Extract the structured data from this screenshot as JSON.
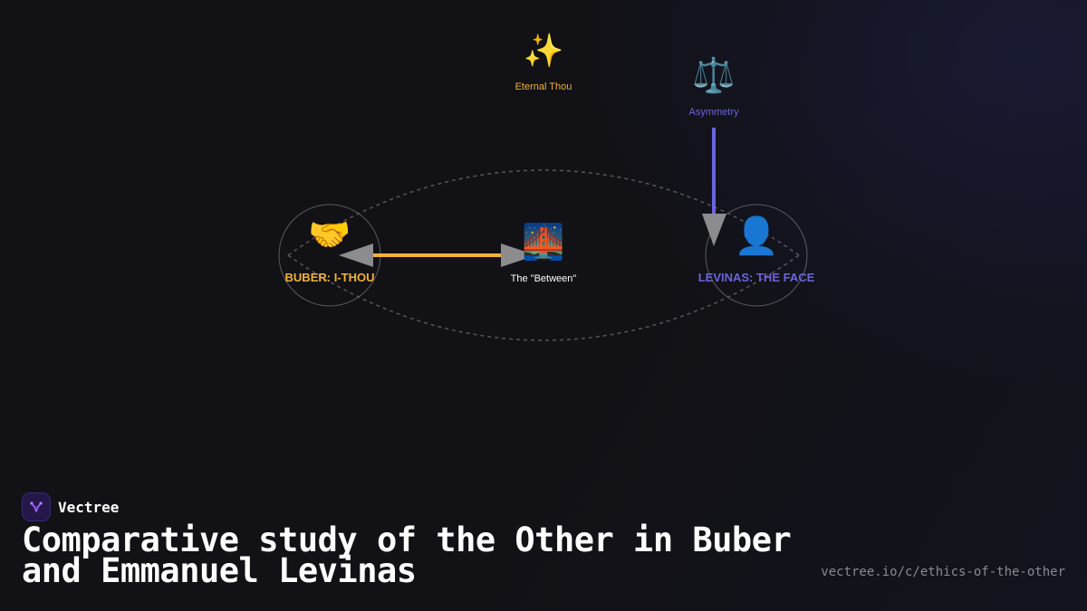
{
  "diagram": {
    "nodes": {
      "buber": {
        "label": "BUBER: I-THOU",
        "icon": "🤝",
        "icon_name": "handshake-icon",
        "color": "#f2b233"
      },
      "levinas": {
        "label": "LEVINAS: THE FACE",
        "icon": "👤",
        "icon_name": "person-silhouette-icon",
        "color": "#6b63e0"
      },
      "between": {
        "label": "The \"Between\"",
        "icon": "🌉",
        "icon_name": "bridge-at-night-icon",
        "color": "#ffffff"
      },
      "eternal_thou": {
        "label": "Eternal Thou",
        "icon": "✨",
        "icon_name": "sparkles-icon",
        "color": "#f2b233"
      },
      "asymmetry": {
        "label": "Asymmetry",
        "icon": "⚖️",
        "icon_name": "balance-scale-icon",
        "color": "#6b63e0"
      }
    },
    "edges": [
      {
        "from": "between",
        "to": "buber",
        "color": "#f2b233",
        "style": "solid",
        "bidirectional": true
      },
      {
        "from": "asymmetry",
        "to": "levinas",
        "color": "#6b63e0",
        "style": "solid"
      },
      {
        "from": "buber",
        "to": "levinas",
        "color": "#555560",
        "style": "dashed"
      }
    ]
  },
  "brand": {
    "name": "Vectree"
  },
  "title": "Comparative study of the Other in Buber and Emmanuel Levinas",
  "url": "vectree.io/c/ethics-of-the-other"
}
